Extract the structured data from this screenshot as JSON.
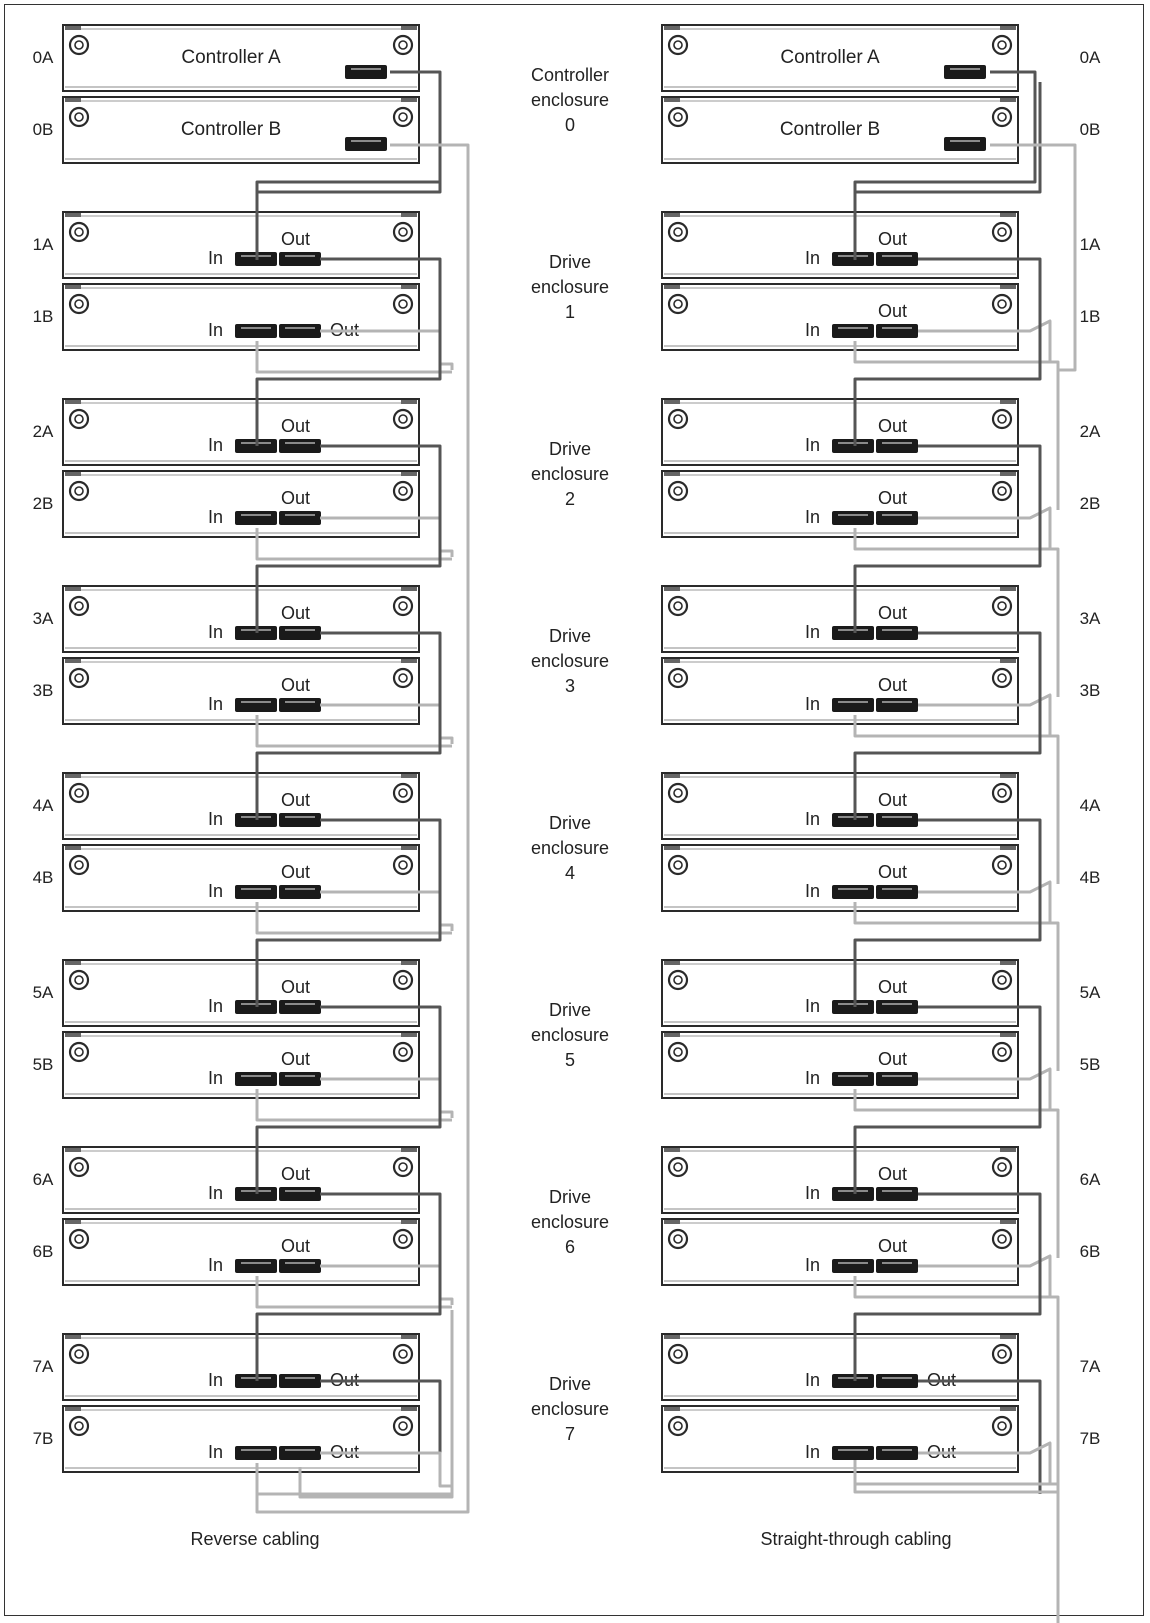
{
  "left_panel": {
    "caption": "Reverse cabling",
    "trays": [
      {
        "id": "0A",
        "kind": "controller",
        "title": "Controller A"
      },
      {
        "id": "0B",
        "kind": "controller",
        "title": "Controller B"
      },
      {
        "id": "1A",
        "kind": "drive",
        "in": "In",
        "out": "Out",
        "out_side": false
      },
      {
        "id": "1B",
        "kind": "drive",
        "in": "In",
        "out": "Out",
        "out_side": true
      },
      {
        "id": "2A",
        "kind": "drive",
        "in": "In",
        "out": "Out",
        "out_side": false
      },
      {
        "id": "2B",
        "kind": "drive",
        "in": "In",
        "out": "Out",
        "out_side": false
      },
      {
        "id": "3A",
        "kind": "drive",
        "in": "In",
        "out": "Out",
        "out_side": false
      },
      {
        "id": "3B",
        "kind": "drive",
        "in": "In",
        "out": "Out",
        "out_side": false
      },
      {
        "id": "4A",
        "kind": "drive",
        "in": "In",
        "out": "Out",
        "out_side": false
      },
      {
        "id": "4B",
        "kind": "drive",
        "in": "In",
        "out": "Out",
        "out_side": false
      },
      {
        "id": "5A",
        "kind": "drive",
        "in": "In",
        "out": "Out",
        "out_side": false
      },
      {
        "id": "5B",
        "kind": "drive",
        "in": "In",
        "out": "Out",
        "out_side": false
      },
      {
        "id": "6A",
        "kind": "drive",
        "in": "In",
        "out": "Out",
        "out_side": false
      },
      {
        "id": "6B",
        "kind": "drive",
        "in": "In",
        "out": "Out",
        "out_side": false
      },
      {
        "id": "7A",
        "kind": "drive",
        "in": "In",
        "out": "Out",
        "out_side": true
      },
      {
        "id": "7B",
        "kind": "drive",
        "in": "In",
        "out": "Out",
        "out_side": true
      }
    ]
  },
  "right_panel": {
    "caption": "Straight-through cabling",
    "trays": [
      {
        "id": "0A",
        "kind": "controller",
        "title": "Controller A"
      },
      {
        "id": "0B",
        "kind": "controller",
        "title": "Controller B"
      },
      {
        "id": "1A",
        "kind": "drive",
        "in": "In",
        "out": "Out",
        "out_side": false
      },
      {
        "id": "1B",
        "kind": "drive",
        "in": "In",
        "out": "Out",
        "out_side": false
      },
      {
        "id": "2A",
        "kind": "drive",
        "in": "In",
        "out": "Out",
        "out_side": false
      },
      {
        "id": "2B",
        "kind": "drive",
        "in": "In",
        "out": "Out",
        "out_side": false
      },
      {
        "id": "3A",
        "kind": "drive",
        "in": "In",
        "out": "Out",
        "out_side": false
      },
      {
        "id": "3B",
        "kind": "drive",
        "in": "In",
        "out": "Out",
        "out_side": false
      },
      {
        "id": "4A",
        "kind": "drive",
        "in": "In",
        "out": "Out",
        "out_side": false
      },
      {
        "id": "4B",
        "kind": "drive",
        "in": "In",
        "out": "Out",
        "out_side": false
      },
      {
        "id": "5A",
        "kind": "drive",
        "in": "In",
        "out": "Out",
        "out_side": false
      },
      {
        "id": "5B",
        "kind": "drive",
        "in": "In",
        "out": "Out",
        "out_side": false
      },
      {
        "id": "6A",
        "kind": "drive",
        "in": "In",
        "out": "Out",
        "out_side": false
      },
      {
        "id": "6B",
        "kind": "drive",
        "in": "In",
        "out": "Out",
        "out_side": false
      },
      {
        "id": "7A",
        "kind": "drive",
        "in": "In",
        "out": "Out",
        "out_side": true
      },
      {
        "id": "7B",
        "kind": "drive",
        "in": "In",
        "out": "Out",
        "out_side": true
      }
    ]
  },
  "enclosure_labels": [
    [
      "Controller",
      "enclosure",
      "0"
    ],
    [
      "Drive",
      "enclosure",
      "1"
    ],
    [
      "Drive",
      "enclosure",
      "2"
    ],
    [
      "Drive",
      "enclosure",
      "3"
    ],
    [
      "Drive",
      "enclosure",
      "4"
    ],
    [
      "Drive",
      "enclosure",
      "5"
    ],
    [
      "Drive",
      "enclosure",
      "6"
    ],
    [
      "Drive",
      "enclosure",
      "7"
    ]
  ],
  "colors": {
    "frame": "#333333",
    "tray_stroke": "#2a2a2a",
    "tray_fill": "#ffffff",
    "port_fill": "#1a1a1a",
    "cable_a": "#555555",
    "cable_b": "#b4b4b4"
  }
}
